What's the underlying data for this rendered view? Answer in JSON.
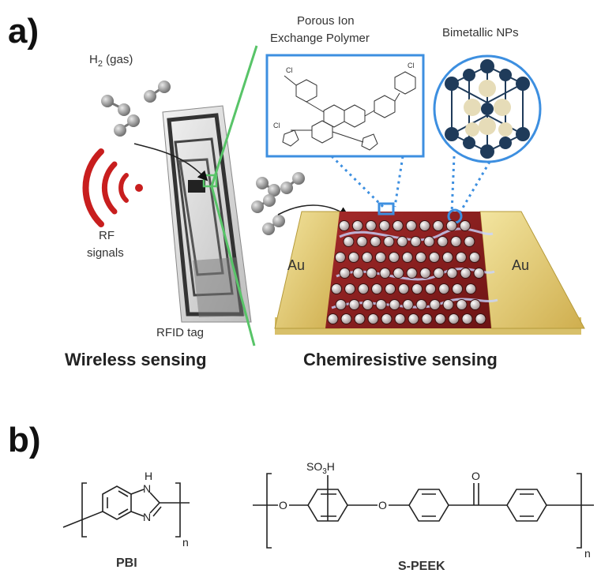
{
  "panel_a": {
    "label": "a)",
    "gas_label_main": "H",
    "gas_label_sub": "2",
    "gas_label_rest": " (gas)",
    "rf_label_line1": "RF",
    "rf_label_line2": "signals",
    "rfid_label": "RFID tag",
    "polymer_label_line1": "Porous Ion",
    "polymer_label_line2": "Exchange Polymer",
    "nps_label": "Bimetallic NPs",
    "electrode_left": "Au",
    "electrode_right": "Au",
    "caption_left": "Wireless sensing",
    "caption_right": "Chemiresistive sensing"
  },
  "panel_b": {
    "label": "b)",
    "pbi_name": "PBI",
    "pbi_nh": "H",
    "pbi_n1": "N",
    "pbi_n2": "N",
    "pbi_n_repeat": "n",
    "speek_name": "S-PEEK",
    "speek_so3h_main": "SO",
    "speek_so3h_sub": "3",
    "speek_so3h_rest": "H",
    "speek_o1": "O",
    "speek_o2": "O",
    "speek_carbonyl": "O",
    "speek_n_repeat": "n"
  },
  "colors": {
    "green_line": "#58c468",
    "blue_box": "#3d8fe0",
    "rf_red": "#c81e1e",
    "au_gold": "#e8d27a",
    "substrate_red": "#8f1f1f",
    "np_dark": "#1f3b5a",
    "np_light": "#e6dcb8"
  }
}
